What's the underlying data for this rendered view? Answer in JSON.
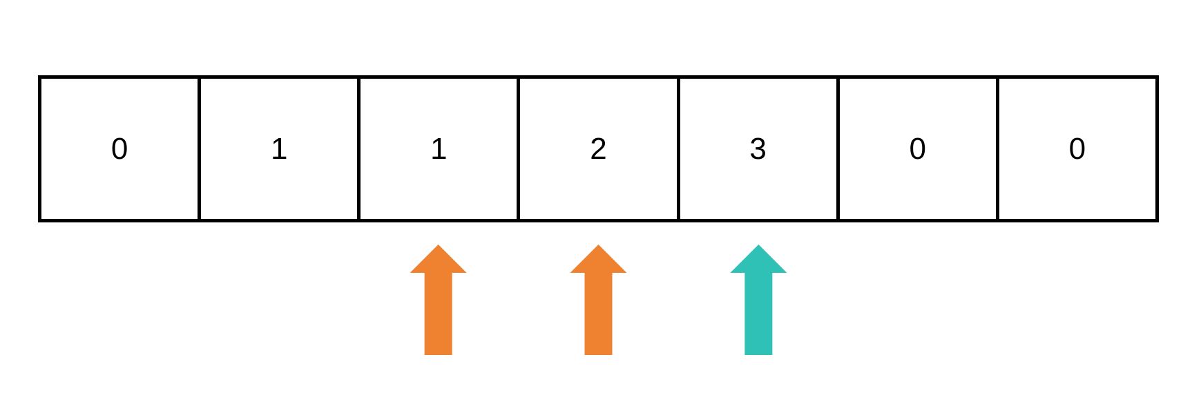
{
  "array": {
    "cells": [
      "0",
      "1",
      "1",
      "2",
      "3",
      "0",
      "0"
    ]
  },
  "pointers": [
    {
      "cell_index": 2,
      "color": "#EE8230"
    },
    {
      "cell_index": 3,
      "color": "#EE8230"
    },
    {
      "cell_index": 4,
      "color": "#30C1B6"
    }
  ]
}
